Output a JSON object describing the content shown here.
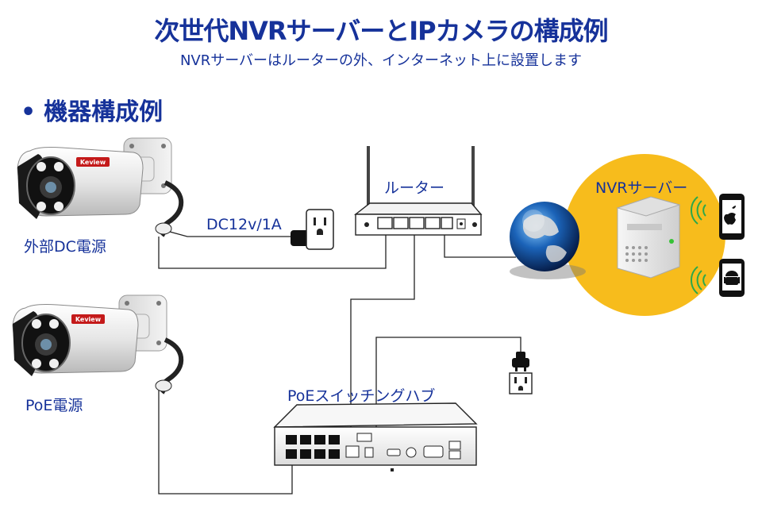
{
  "header": {
    "title": "次世代NVRサーバーとIPカメラの構成例",
    "subtitle": "NVRサーバーはルーターの外、インターネット上に設置します",
    "section_heading": "機器構成例",
    "bullet": "•"
  },
  "labels": {
    "external_power": "外部DC電源",
    "poe_power": "PoE電源",
    "dc_rating": "DC12v/1A",
    "router": "ルーター",
    "nvr_server": "NVRサーバー",
    "poe_hub": "PoEスイッチングハブ",
    "camera_brand": "Keview"
  },
  "colors": {
    "heading_blue": "#16329a",
    "server_circle": "#f7bc1c",
    "line": "#222222"
  },
  "icons": [
    "ip-camera-icon",
    "ip-camera-icon",
    "power-adapter-icon",
    "wall-outlet-icon",
    "router-icon",
    "globe-icon",
    "server-icon",
    "apple-phone-icon",
    "android-phone-icon",
    "wifi-icon",
    "power-plug-icon",
    "poe-switch-icon"
  ]
}
